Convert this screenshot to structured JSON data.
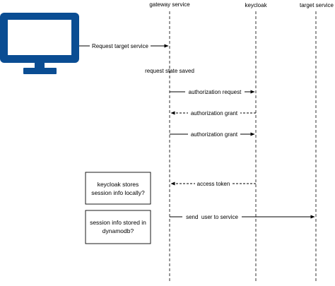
{
  "participants": {
    "gateway": "gateway service",
    "keycloak": "keycloak",
    "target": "target service"
  },
  "client_icon": {
    "name": "monitor-icon",
    "fill": "#0a4d93"
  },
  "messages": [
    {
      "id": "request-target-service",
      "label": "Request target service",
      "style": "solid"
    },
    {
      "id": "authorization-request",
      "label": "authorization request",
      "style": "solid"
    },
    {
      "id": "authorization-grant-return",
      "label": "authorization grant",
      "style": "dashed"
    },
    {
      "id": "authorization-grant",
      "label": "authorization grant",
      "style": "solid"
    },
    {
      "id": "access-token",
      "label": "access token",
      "style": "dashed"
    },
    {
      "id": "send-user-to-service",
      "label": "send  user to service",
      "style": "solid"
    }
  ],
  "notes": {
    "state_saved": "request state saved",
    "keycloak_question": [
      "keycloak stores",
      "session info locally?"
    ],
    "dynamodb_question": [
      "session info stored in",
      "dynamodb?"
    ]
  }
}
